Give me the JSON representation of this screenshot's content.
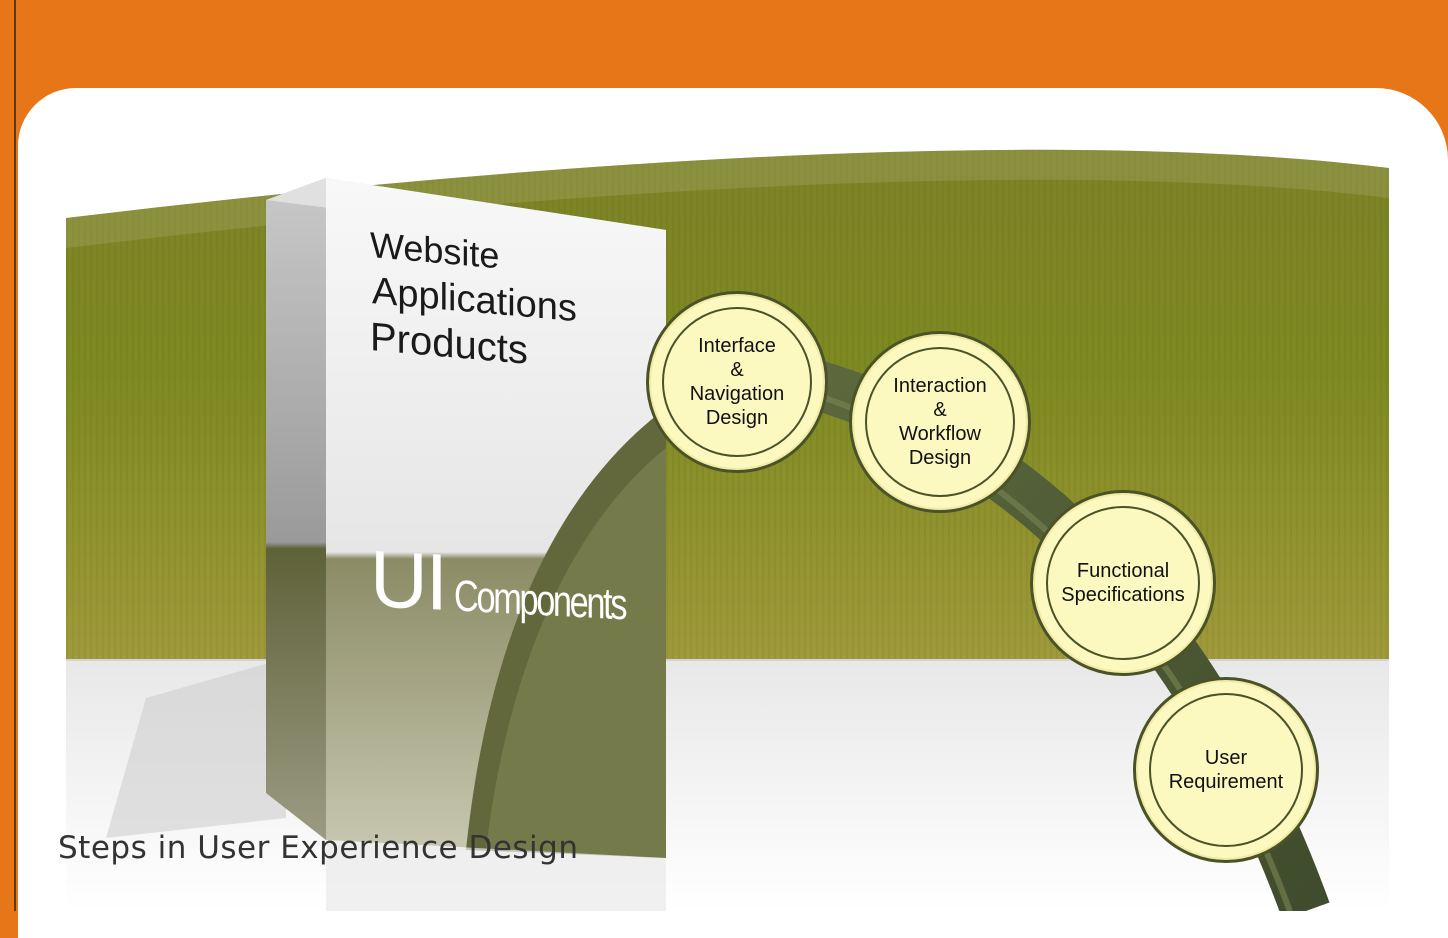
{
  "colors": {
    "frame": "#E67617",
    "panel": "#FFFFFF",
    "backdrop_green": "#8A8E2A",
    "arc_dark": "#4B5A35",
    "circle_fill": "#FBF8C0",
    "box_green": "#6E7441"
  },
  "product_box": {
    "lines": [
      "Website",
      "Applications",
      "Products"
    ],
    "ui_big": "UI",
    "ui_small": "Components"
  },
  "steps": [
    {
      "label": "Interface\n&\nNavigation\nDesign"
    },
    {
      "label": "Interaction\n&\nWorkflow\nDesign"
    },
    {
      "label": "Functional\nSpecifications"
    },
    {
      "label": "User\nRequirement"
    }
  ],
  "caption": "Steps in User Experience Design"
}
